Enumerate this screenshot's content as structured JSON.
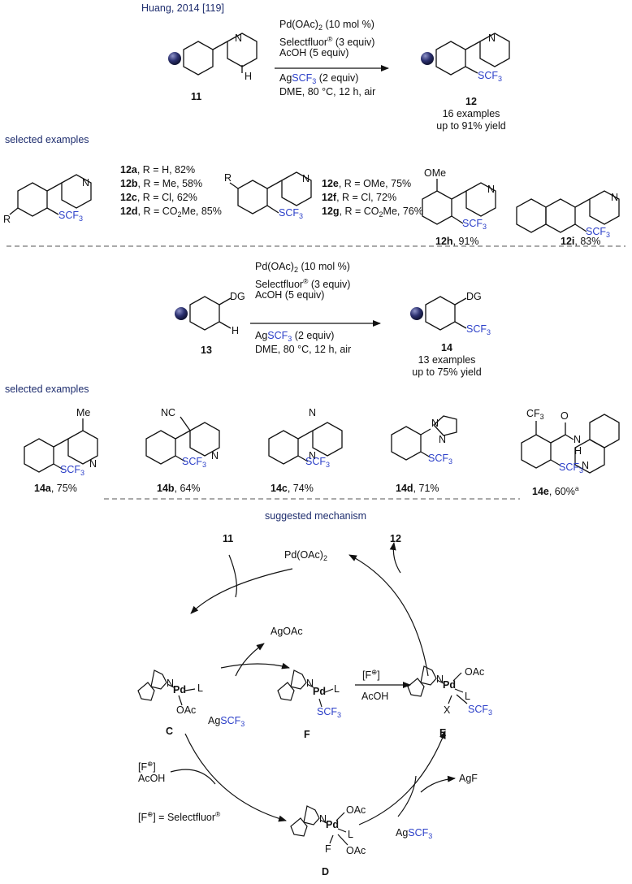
{
  "citation": "Huang, 2014 [119]",
  "reaction1": {
    "reagents": [
      "Pd(OAc)",
      "Selectfluor",
      "AcOH (5 equiv)"
    ],
    "pd_amount": "(10 mol %)",
    "sf_amount": "(3 equiv)",
    "reagent_ag": "Ag",
    "scf3": "SCF",
    "ag_amount": "(2 equiv)",
    "conditions": "DME, 80 °C, 12 h, air",
    "substrate_label": "11",
    "product_label": "12",
    "examples": "16 examples",
    "yield": "up to 91% yield",
    "h": "H",
    "n": "N"
  },
  "selected1": {
    "heading": "selected examples",
    "r_label": "R",
    "groupA": [
      {
        "id": "12a",
        "text": ", R = H, 82%"
      },
      {
        "id": "12b",
        "text": ", R = Me, 58%"
      },
      {
        "id": "12c",
        "text": ", R = Cl, 62%"
      },
      {
        "id": "12d",
        "text": ", R = CO",
        "tail": "Me, 85%"
      }
    ],
    "groupB": [
      {
        "id": "12e",
        "text": ", R = OMe, 75%"
      },
      {
        "id": "12f",
        "text": ", R = Cl, 72%"
      },
      {
        "id": "12g",
        "text": ", R = CO",
        "tail": "Me, 76%"
      }
    ],
    "e12h": {
      "id": "12h",
      "text": ", 91%",
      "ome": "OMe"
    },
    "e12i": {
      "id": "12i",
      "text": ", 83%"
    }
  },
  "reaction2": {
    "dg": "DG",
    "substrate_label": "13",
    "product_label": "14",
    "examples": "13 examples",
    "yield": "up to 75% yield"
  },
  "selected2": {
    "heading": "selected examples",
    "items": [
      {
        "id": "14a",
        "text": ", 75%",
        "sub": "Me"
      },
      {
        "id": "14b",
        "text": ", 64%",
        "sub": "NC"
      },
      {
        "id": "14c",
        "text": ", 74%"
      },
      {
        "id": "14d",
        "text": ", 71%"
      },
      {
        "id": "14e",
        "text": ", 60%",
        "sup": "a",
        "cf3": "CF",
        "o": "O",
        "nh": "N",
        "hh": "H"
      }
    ]
  },
  "mechanism": {
    "heading": "suggested mechanism",
    "pd": "Pd(OAc)",
    "in_label": "11",
    "out_label": "12",
    "agoac": "AgOAc",
    "agf": "AgF",
    "fplus_open": "[F",
    "fplus_close": "]",
    "acoh": "AcOH",
    "selectfluor_def": "] = Selectfluor",
    "complexes": {
      "C": "C",
      "D": "D",
      "E": "E",
      "F": "F"
    },
    "ligands": {
      "pd": "Pd",
      "l": "L",
      "oac": "OAc",
      "x": "X",
      "f": "F",
      "n": "N"
    }
  }
}
